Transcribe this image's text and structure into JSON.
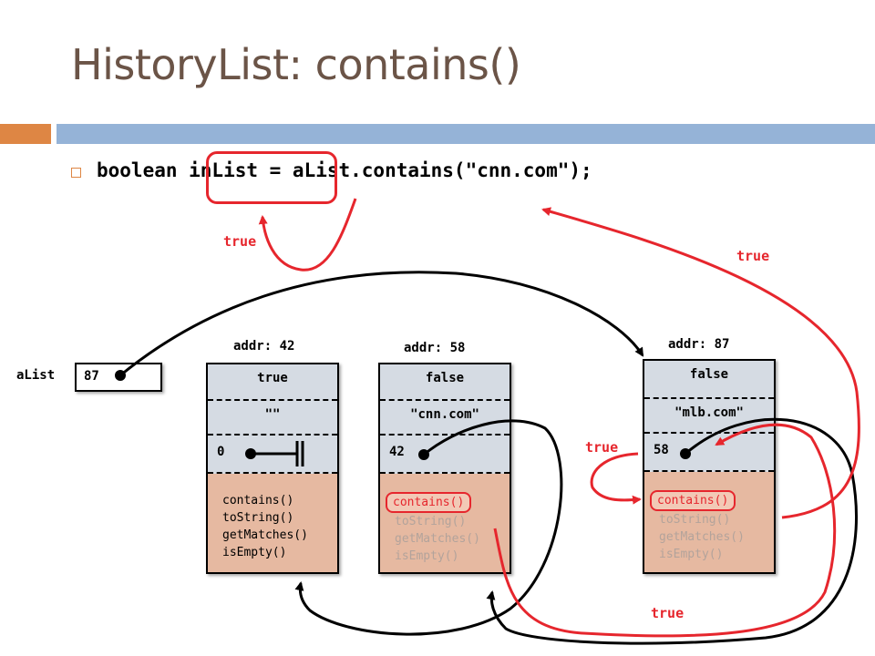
{
  "slide": {
    "title": "HistoryList: contains()",
    "code_line": "boolean inList = aList.contains(\"cnn.com\");"
  },
  "labels": {
    "true_inlist": "true",
    "true_top_right": "true",
    "true_left_third": "true",
    "true_bottom": "true"
  },
  "alist": {
    "label": "aList",
    "value": "87"
  },
  "nodes": [
    {
      "addr": "addr: 42",
      "flag": "true",
      "data": "\"\"",
      "next": "0",
      "methods": [
        "contains()",
        "toString()",
        "getMatches()",
        "isEmpty()"
      ]
    },
    {
      "addr": "addr: 58",
      "flag": "false",
      "data": "\"cnn.com\"",
      "next": "42",
      "methods": [
        "contains()",
        "toString()",
        "getMatches()",
        "isEmpty()"
      ]
    },
    {
      "addr": "addr: 87",
      "flag": "false",
      "data": "\"mlb.com\"",
      "next": "58",
      "methods": [
        "contains()",
        "toString()",
        "getMatches()",
        "isEmpty()"
      ]
    }
  ],
  "colors": {
    "accent_red": "#e6262d",
    "title_brown": "#6b5447",
    "bar_orange": "#de8644",
    "bar_blue": "#95b3d7",
    "cell_gray": "#d5dbe3",
    "method_peach": "#e6b9a1"
  }
}
